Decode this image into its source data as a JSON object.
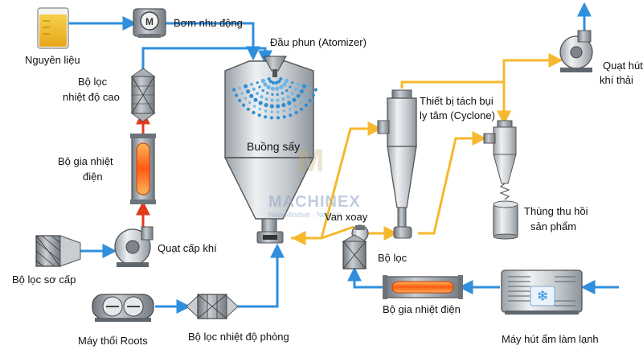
{
  "labels": {
    "raw_material": "Nguyên liệu",
    "peristaltic_pump": "Bơm nhu động",
    "atomizer": "Đầu phun (Atomizer)",
    "hepa_filter_line1": "Bộ lọc",
    "hepa_filter_line2": "nhiệt độ cao",
    "electric_heater_line1": "Bộ gia nhiệt",
    "electric_heater_line2": "điện",
    "drying_chamber": "Buồng sấy",
    "primary_filter": "Bộ lọc sơ cấp",
    "supply_fan": "Quạt cấp khí",
    "roots_blower": "Máy thổi Roots",
    "room_temp_filter": "Bộ lọc nhiệt độ phòng",
    "cyclone_line1": "Thiết bị tách bụi",
    "cyclone_line2": "ly tâm (Cyclone)",
    "exhaust_fan_line1": "Quạt hút",
    "exhaust_fan_line2": "khí thải",
    "collection_drum_line1": "Thùng thu hồi",
    "collection_drum_line2": "sản phẩm",
    "rotary_valve": "Van xoay",
    "filter": "Bộ lọc",
    "electric_heater_2": "Bộ gia nhiệt điện",
    "dehumidifier": "Máy hút ẩm làm lạnh"
  },
  "watermark": {
    "brand": "MACHINEX",
    "tagline": "New Mindset · New Va"
  },
  "colors": {
    "air_line": "#2f8fdc",
    "exhaust_line": "#f5b82e",
    "heat_line": "#e0391c",
    "heater_glow": "#ff6a1a"
  }
}
